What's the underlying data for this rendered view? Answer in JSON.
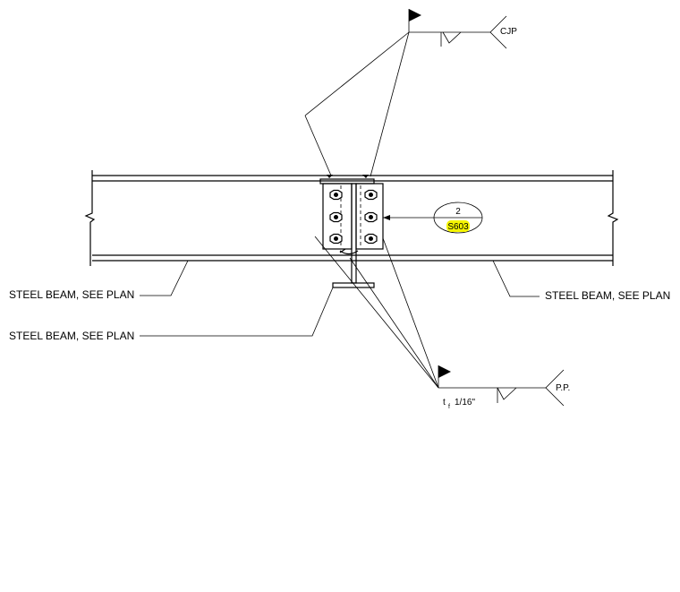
{
  "labels": {
    "beam_right": "STEEL BEAM, SEE PLAN",
    "beam_left_upper": "STEEL BEAM, SEE PLAN",
    "beam_left_lower": "STEEL BEAM, SEE PLAN",
    "weld_top_tail": "CJP",
    "weld_bottom_tail": "P.P.",
    "weld_bottom_note_t": "t",
    "weld_bottom_note_sub": "f",
    "weld_bottom_note_size": "1/16\""
  },
  "detail_callout": {
    "number": "2",
    "sheet": "S603",
    "highlight_color": "#f4f400"
  }
}
